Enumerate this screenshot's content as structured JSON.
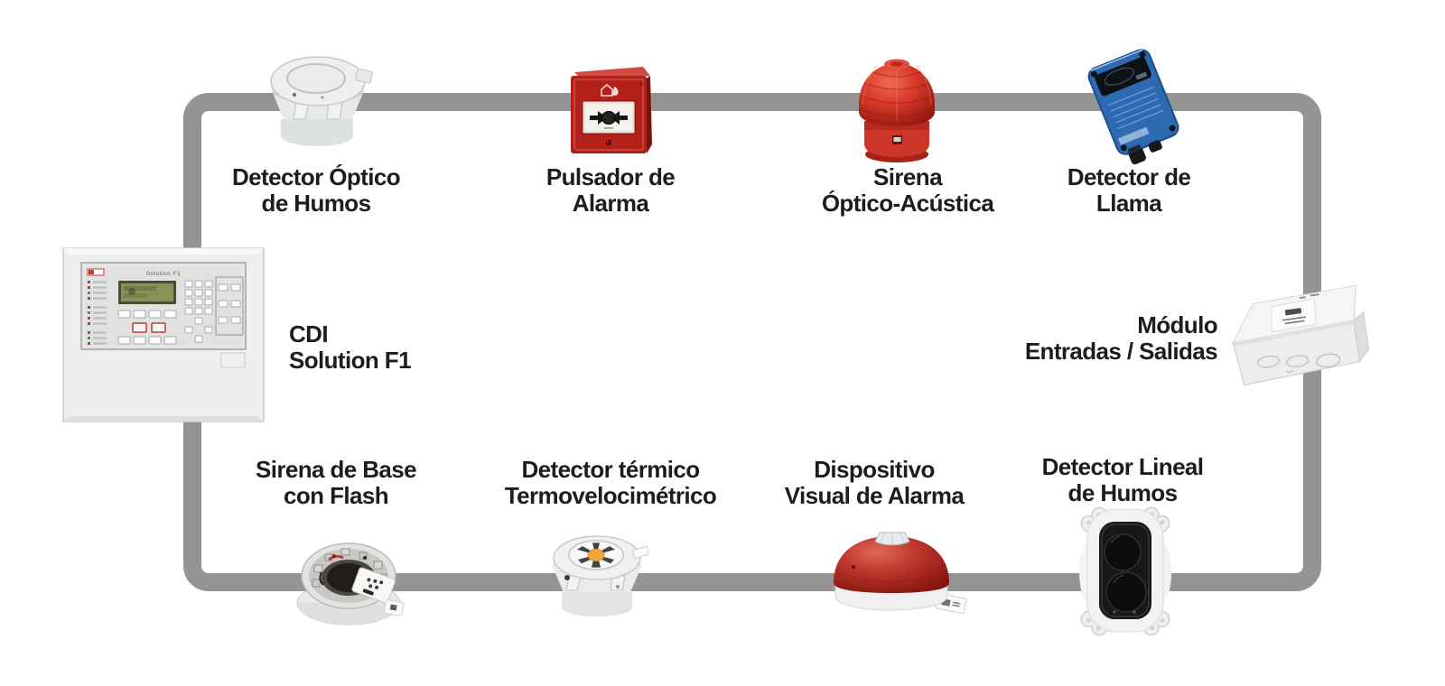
{
  "diagram": {
    "type": "fire-alarm-loop-diagram",
    "background_color": "#ffffff",
    "wire_color": "#949494",
    "label_color": "#1d1d1b",
    "accent_colors": {
      "red_device": "#b32019",
      "siren_red": "#d93a28",
      "flame_blue": "#2e6ab1",
      "heat_orange": "#f2a43c"
    },
    "devices": [
      {
        "id": "optical-smoke-detector",
        "label": [
          "Detector Óptico",
          "de Humos"
        ]
      },
      {
        "id": "manual-call-point",
        "label": [
          "Pulsador de",
          "Alarma"
        ]
      },
      {
        "id": "optical-acoustic-siren",
        "label": [
          "Sirena",
          "Óptico-Acústica"
        ]
      },
      {
        "id": "flame-detector",
        "label": [
          "Detector de",
          "Llama"
        ]
      },
      {
        "id": "control-panel",
        "label": [
          "CDI",
          "Solution F1"
        ],
        "panel_text": "Solution F1"
      },
      {
        "id": "io-module",
        "label": [
          "Módulo",
          "Entradas / Salidas"
        ]
      },
      {
        "id": "sounder-base-flash",
        "label": [
          "Sirena de Base",
          "con Flash"
        ]
      },
      {
        "id": "heat-detector",
        "label": [
          "Detector térmico",
          "Termovelocimétrico"
        ]
      },
      {
        "id": "visual-alarm-device",
        "label": [
          "Dispositivo",
          "Visual de Alarma"
        ]
      },
      {
        "id": "beam-smoke-detector",
        "label": [
          "Detector Lineal",
          "de Humos"
        ]
      }
    ]
  }
}
